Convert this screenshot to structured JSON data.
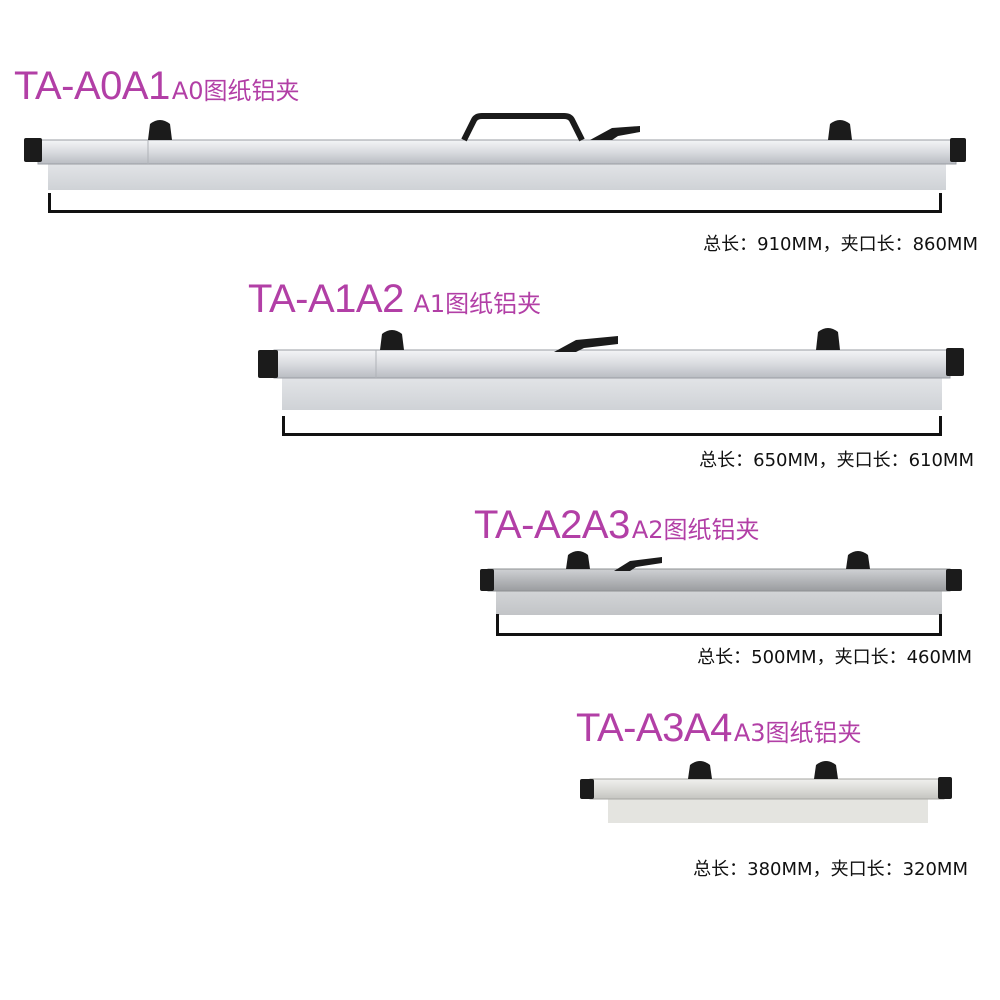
{
  "colors": {
    "title": "#b23fa6",
    "spec_text": "#111111",
    "aluminum_light": "#e9ebee",
    "aluminum_mid": "#c9ccd1",
    "aluminum_dark": "#a7aab0",
    "knob": "#1b1b1b",
    "steel_gray": "#b9bbbe"
  },
  "products": [
    {
      "model": "TA-A0A1",
      "desc": "A0图纸铝夹",
      "spec": "总长：910MM，夹口长：860MM",
      "icons": [
        "end-cap-icon",
        "knob-icon",
        "handle-icon",
        "lever-icon"
      ]
    },
    {
      "model": "TA-A1A2",
      "desc": " A1图纸铝夹",
      "spec": "总长：650MM，夹口长：610MM",
      "icons": [
        "end-cap-icon",
        "knob-icon",
        "lever-icon"
      ]
    },
    {
      "model": "TA-A2A3",
      "desc": "A2图纸铝夹",
      "spec": "总长：500MM，夹口长：460MM",
      "icons": [
        "end-cap-icon",
        "knob-icon",
        "lever-icon"
      ]
    },
    {
      "model": "TA-A3A4",
      "desc": "A3图纸铝夹",
      "spec": "总长：380MM，夹口长：320MM",
      "icons": [
        "end-cap-icon",
        "knob-icon"
      ]
    }
  ]
}
